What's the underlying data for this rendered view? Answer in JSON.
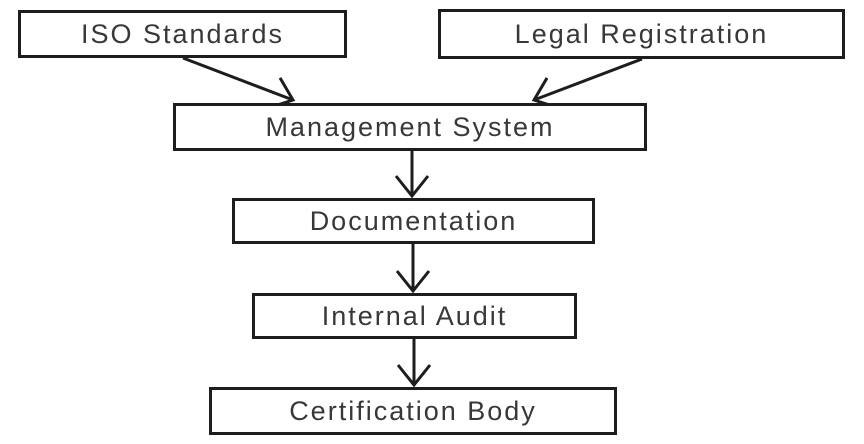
{
  "diagram": {
    "type": "flowchart",
    "background_color": "#ffffff",
    "line_color": "#1d1d1d",
    "text_color": "#383838",
    "nodes": {
      "iso_standards": {
        "label": "ISO Standards"
      },
      "legal_registration": {
        "label": "Legal Registration"
      },
      "management_system": {
        "label": "Management System"
      },
      "documentation": {
        "label": "Documentation"
      },
      "internal_audit": {
        "label": "Internal Audit"
      },
      "certification_body": {
        "label": "Certification Body"
      }
    },
    "edges": [
      {
        "from": "ISO Standards",
        "to": "Management System"
      },
      {
        "from": "Legal Registration",
        "to": "Management System"
      },
      {
        "from": "Management System",
        "to": "Documentation"
      },
      {
        "from": "Documentation",
        "to": "Internal Audit"
      },
      {
        "from": "Internal Audit",
        "to": "Certification Body"
      }
    ]
  }
}
